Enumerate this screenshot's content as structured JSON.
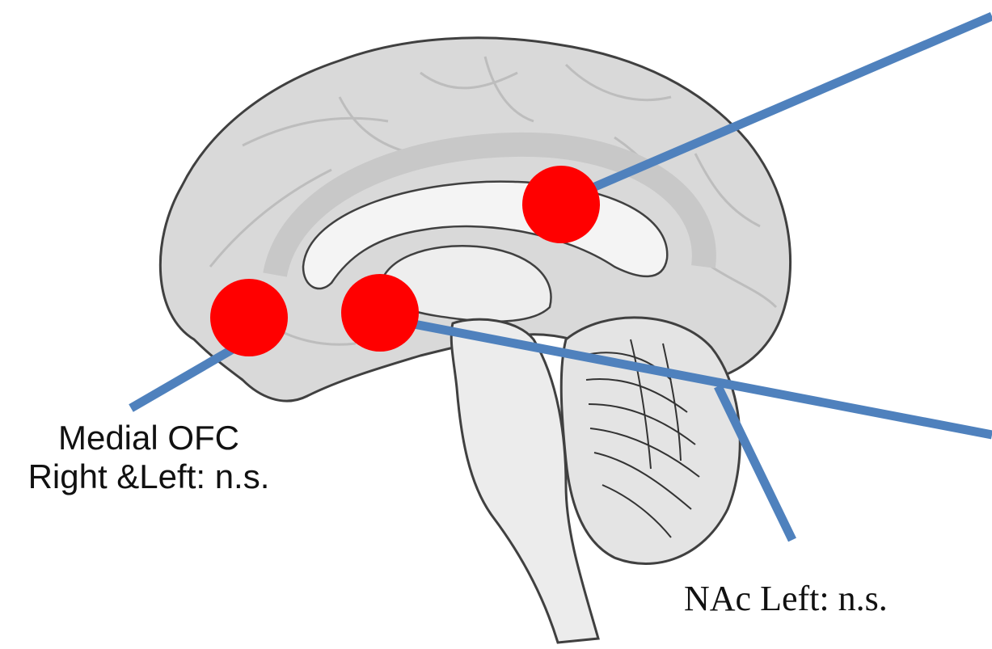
{
  "labels": {
    "medial_ofc_line1": "Medial OFC",
    "medial_ofc_line2": "Right &Left: n.s.",
    "nac": "NAc Left: n.s."
  },
  "colors": {
    "marker": "#ff0000",
    "leader_line": "#4f81bd",
    "brain_fill": "#d9d9d9",
    "brain_outline": "#404040",
    "corpus_callosum": "#f4f4f4",
    "brainstem": "#ececec",
    "cerebellum": "#e4e4e4"
  },
  "markers": [
    {
      "id": "acc-marker",
      "region": "anterior cingulate"
    },
    {
      "id": "ofc-marker",
      "region": "medial OFC"
    },
    {
      "id": "nac-marker",
      "region": "NAc"
    }
  ]
}
